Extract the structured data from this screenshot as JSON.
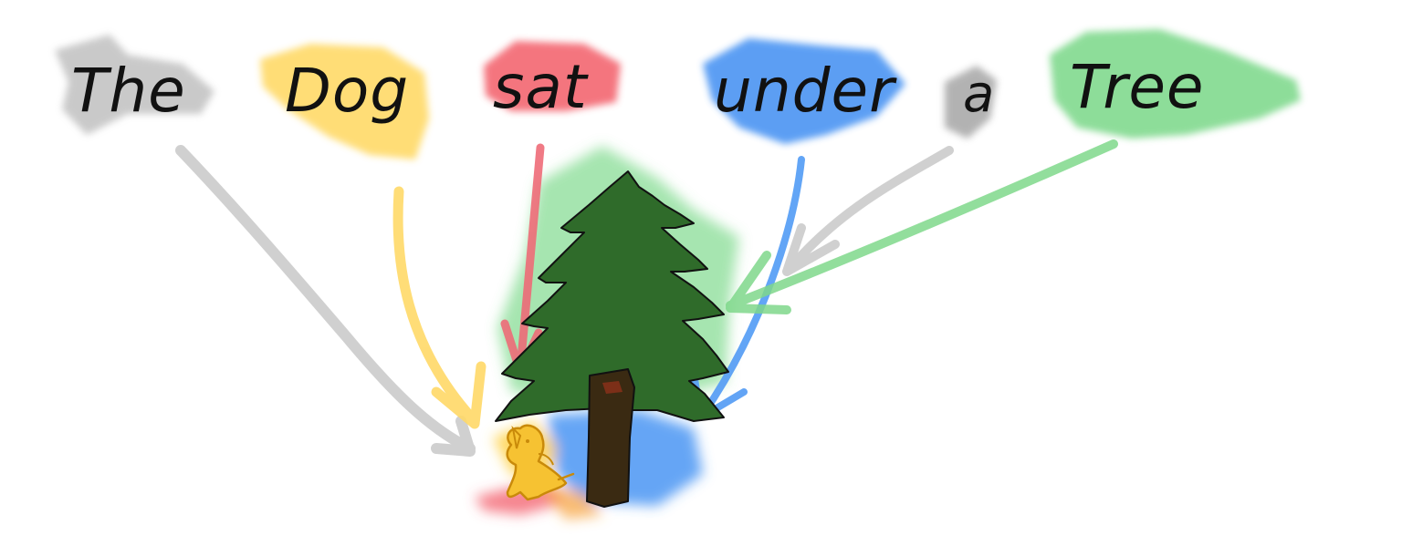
{
  "words": [
    {
      "text": "The",
      "color": "#9e9e9e"
    },
    {
      "text": "Dog",
      "color": "#ffd24a"
    },
    {
      "text": "sat",
      "color": "#f2525f"
    },
    {
      "text": "under",
      "color": "#3f8ef2"
    },
    {
      "text": "a",
      "color": "#8a8a8a"
    },
    {
      "text": "Tree",
      "color": "#5dcf6e"
    }
  ],
  "colors": {
    "tree_foliage": "#2f6b2a",
    "tree_trunk": "#3a2a12",
    "dog": "#f6c232",
    "dog_outline": "#c98a0a"
  }
}
